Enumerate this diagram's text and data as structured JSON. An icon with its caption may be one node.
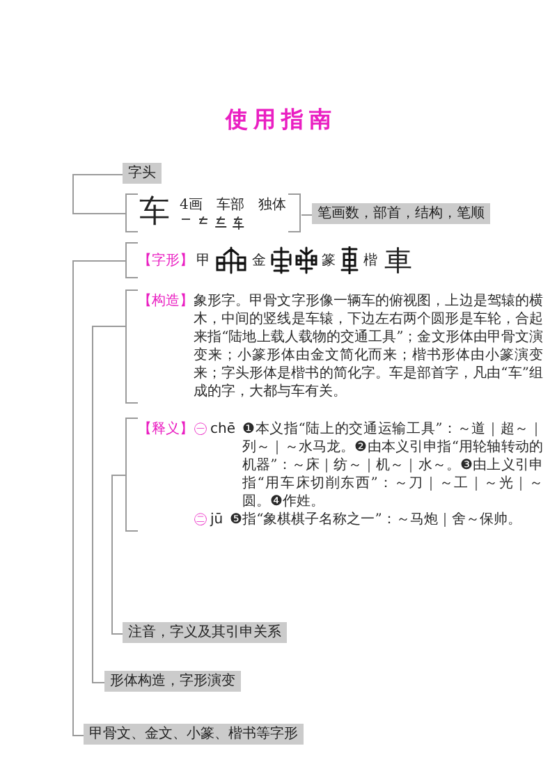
{
  "diagram": {
    "title": "使用指南",
    "nodes": [
      {
        "text": [
          "字头"
        ]
      },
      {
        "text": [
          "车",
          "4画 车部 独体"
        ]
      },
      {
        "text": [
          "笔画数，部首，结构，笔顺"
        ]
      },
      {
        "text": [
          "【字形】",
          "甲",
          "金",
          "篆",
          "楷",
          "車"
        ]
      },
      {
        "text": [
          "【构造】",
          "象形字。甲骨文字形像一辆车的俯视图，上边是驾辕的横木，中间的竖线是车辕，下边左右两个圆形是车轮，合起来指“陆地上载人载物的交通工具”；金文形体由甲骨文演变来；小篆形体由金文简化而来；楷书形体由小篆演变来；字头形体是楷书的简化字。车是部首字，凡由“车”组成的字，大都与车有关。"
        ]
      },
      {
        "text": [
          "【释义】",
          "㊀",
          "chē",
          "❶本义指“陆上的交通运输工具”：～道｜超～｜列～｜～水马龙。❷由本义引申指“用轮轴转动的机器”：～床｜纺～｜机～｜水～。❸由上义引申指“用车床切削东西”：～刀｜～工｜～光｜～圆。❹作姓。",
          "㊁",
          "jū",
          "❺指“象棋棋子名称之一”：～马炮｜舍～保帅。"
        ]
      },
      {
        "text": [
          "注音，字义及其引申关系"
        ]
      },
      {
        "text": [
          "形体构造，字形演变"
        ]
      },
      {
        "text": [
          "甲骨文、金文、小篆、楷书等字形"
        ]
      }
    ],
    "edges": [
      {
        "from": 0,
        "to": 1,
        "arrow": "none"
      },
      {
        "from": 2,
        "to": 1,
        "arrow": "none"
      },
      {
        "from": 6,
        "to": 5,
        "arrow": "none"
      },
      {
        "from": 7,
        "to": 4,
        "arrow": "none"
      },
      {
        "from": 8,
        "to": 3,
        "arrow": "none"
      }
    ]
  }
}
